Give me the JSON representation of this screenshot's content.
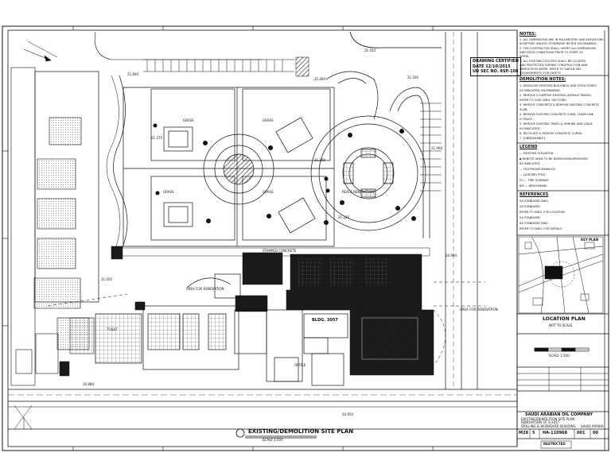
{
  "sheet": {
    "drawing_title": "EXISTING/DEMOLITION SITE PLAN",
    "title_scale_note": "SCALE 1:500",
    "stamp": [
      "DRAWING CERTIFIED",
      "DATE 12/10/2015",
      "UD SEC NO. 8SP-108"
    ]
  },
  "notes_panel": {
    "notes_heading": "NOTES:",
    "notes": [
      "1. ALL DIMENSIONS ARE IN MILLIMETERS AND ELEVATIONS",
      "   IN METERS UNLESS OTHERWISE NOTED ON DRAWING.",
      "2. THE CONTRACTOR SHALL VERIFY ALL DIMENSIONS",
      "   AND FIELD CONDITIONS PRIOR TO START OF",
      "   WORK.",
      "3. ALL EXISTING UTILITIES SHALL BE LOCATED",
      "   AND PROTECTED DURING CONSTRUCTION AND",
      "   DEMOLITION WORK. REFER TO SAES-B-062",
      "   REQUIREMENTS FOR SAFETY."
    ],
    "demo_heading": "DEMOLITION NOTES:",
    "demo_notes": [
      "1. DEMOLISH EXISTING BUILDINGS AND STRUCTURES",
      "   AS INDICATED ON DRAWING.",
      "2. REMOVE & DISPOSE EXISTING ASPHALT PAVING,",
      "   REFER TO CIVIL DWG. SECTIONS.",
      "3. REMOVE CONCRETE & REMOVE EXISTING CONCRETE",
      "   SLAB.",
      "4. REMOVE EXISTING CONCRETE CURB, CHAIN LINK",
      "   & FENCE.",
      "5. REMOVE EXISTING TREES & SHRUBS AND LEAVE",
      "   AS INDICATED.",
      "6. RELOCATE & REMOVE CONCRETE CURBS.",
      "7. [UNREADABLE]"
    ],
    "legend_heading": "LEGEND",
    "legend": [
      "— EXISTING ELEVATION",
      "▪ DENOTE AREA TO BE DEMOLISHED/REMOVED",
      "   AS INDICATED",
      "— TELEPHONE MANHOLE",
      "— LIGHTING POLE",
      "FH — FIRE HYDRANT",
      "BM — BENCHMARK"
    ],
    "references_heading": "REFERENCES",
    "references": [
      "SA STANDARD DWG",
      "SA STANDARD",
      "REFER TO DWG. FOR LOCATION",
      "SA STANDARD",
      "SA STANDARD DWG",
      "REFER TO DWG. FOR DETAILS"
    ],
    "location_plan_title": "LOCATION PLAN",
    "location_plan_sub": "NOT TO SCALE",
    "key_plan_label": "KEY PLAN",
    "scale_bar_label": "SCALE 1:500"
  },
  "title_block": {
    "company": "SAUDI ARABIAN OIL COMPANY",
    "country": "SAUDI ARABIA",
    "drawing_desc_1": "EXISTING/DEMOLITION SITE PLAN",
    "drawing_desc_2": "RENOVATION OF S-3057",
    "drawing_desc_3": "DRILLING & WORKOVER BUILDING",
    "plant_no": "M28",
    "index": "5",
    "drawing_no": "HA-110968",
    "sheet_no": "001",
    "revision": "00",
    "classification": "RESTRICTED"
  },
  "plan": {
    "labels": {
      "building": "BLDG. 3057",
      "kiosk": "PEACE RENOVATION",
      "area_note_1": "AREA FOR RENOVATION",
      "area_note_2": "AREA FOR RENOVATION",
      "stamped_concrete": "STAMPED CONCRETE",
      "grass": "GRASS",
      "toilet": "TOILET",
      "office": "OFFICE"
    },
    "elevations": [
      "21.450",
      "21.500",
      "21.600",
      "21.800",
      "21.375",
      "21.120",
      "21.050",
      "20.900",
      "20.950",
      "20.880",
      "21.200",
      "21.900"
    ]
  },
  "colors": {
    "ink": "#111111",
    "demolition": "#1a1a1a",
    "hatch": "#333333",
    "background": "#ffffff"
  }
}
